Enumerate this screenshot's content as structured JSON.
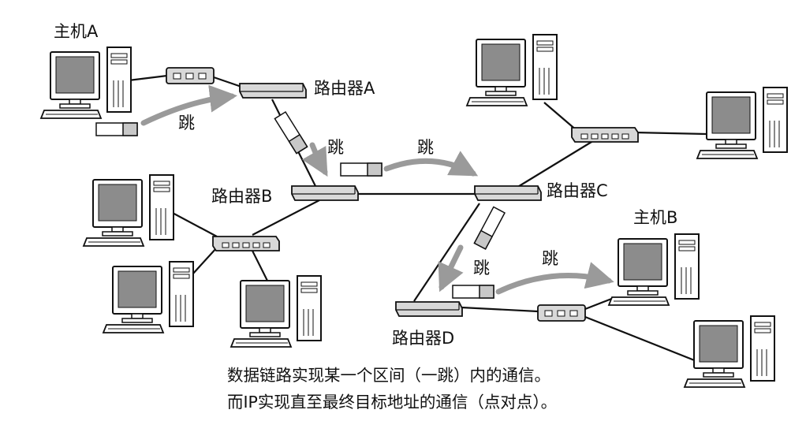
{
  "labels": {
    "host_a": "主机A",
    "host_b": "主机B",
    "router_a": "路由器A",
    "router_b": "路由器B",
    "router_c": "路由器C",
    "router_d": "路由器D"
  },
  "hop_label": "跳",
  "caption": {
    "line1": "数据链路实现某一个区间（一跳）内的通信。",
    "line2": "而IP实现直至最终目标地址的通信（点对点）。"
  },
  "colors": {
    "line": "#111111",
    "arrow": "#9a9a9a",
    "screen": "#8c8c8c",
    "device": "#d8d8d8"
  },
  "icons": {
    "computer": "desktop-computer-icon",
    "router": "router-icon",
    "hub": "hub-icon",
    "packet": "packet-icon"
  }
}
